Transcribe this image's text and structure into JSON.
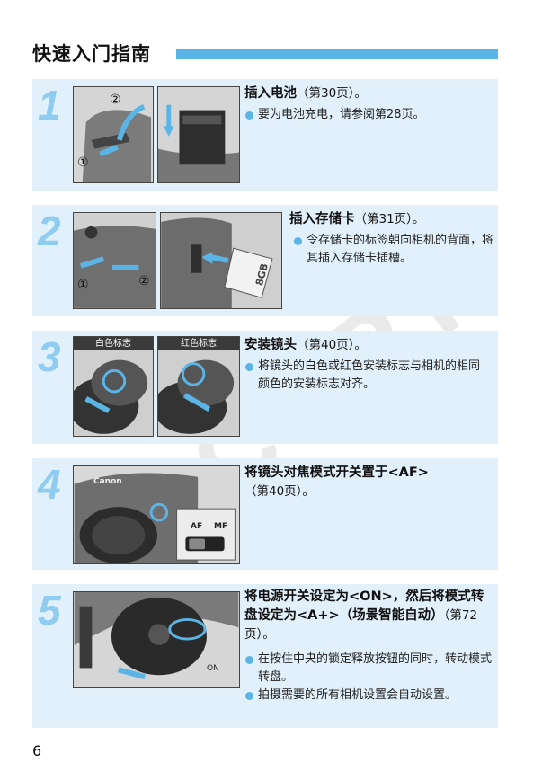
{
  "page": {
    "title": "快速入门指南",
    "number": "6",
    "watermark": "COPY"
  },
  "steps": [
    {
      "num": "1",
      "heading": "插入电池",
      "ref": "（第30页）。",
      "bullets": [
        "要为电池充电，请参阅第28页。"
      ],
      "callouts": [
        "①",
        "②"
      ]
    },
    {
      "num": "2",
      "heading": "插入存储卡",
      "ref": "（第31页）。",
      "bullets": [
        "令存储卡的标签朝向相机的背面，将其插入存储卡插槽。"
      ],
      "callouts": [
        "①",
        "②"
      ],
      "card_label": "8GB"
    },
    {
      "num": "3",
      "heading": "安装镜头",
      "ref": "（第40页）。",
      "bullets": [
        "将镜头的白色或红色安装标志与相机的相同颜色的安装标志对齐。"
      ],
      "photo_tags": [
        "白色标志",
        "红色标志"
      ]
    },
    {
      "num": "4",
      "heading": "将镜头对焦模式开关置于<AF>",
      "ref": "（第40页）。",
      "bullets": [],
      "brand": "Canon",
      "switch_af": "AF",
      "switch_mf": "MF"
    },
    {
      "num": "5",
      "heading": "将电源开关设定为<ON>，然后将模式转盘设定为<A+>（场景智能自动）",
      "ref": "（第72页）。",
      "bullets": [
        "在按住中央的锁定释放按钮的同时，转动模式转盘。",
        "拍摄需要的所有相机设置会自动设置。"
      ],
      "dial_on": "ON"
    }
  ],
  "colors": {
    "accent": "#5ab4e5",
    "panel": "#e1f0fb",
    "step_number": "#8ecdf0"
  }
}
